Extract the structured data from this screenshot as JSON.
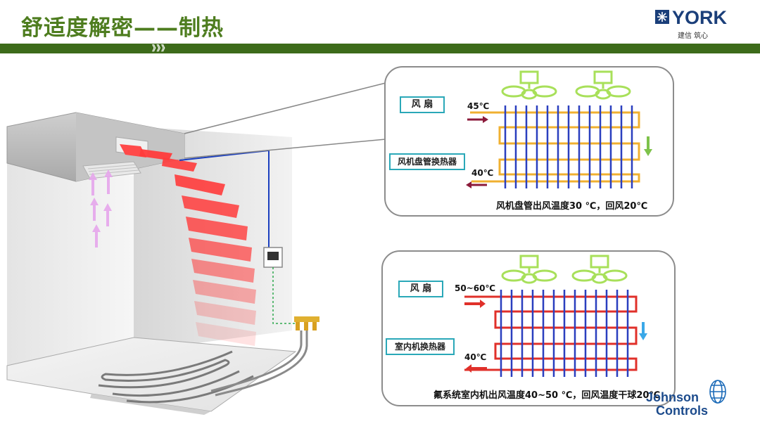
{
  "header": {
    "title": "舒适度解密——制热",
    "chevrons": "》》》",
    "logo_text": "YORK",
    "logo_tagline": "建信 筑心"
  },
  "panel_top": {
    "fan_label": "风 扇",
    "coil_label": "风机盘管换热器",
    "temp_in": "45℃",
    "temp_out": "40℃",
    "caption": "风机盘管出风温度30 ℃，回风20℃"
  },
  "panel_bottom": {
    "fan_label": "风 扇",
    "coil_label": "室内机换热器",
    "temp_in": "50~60℃",
    "temp_out": "40℃",
    "caption": "氟系统室内机出风温度40~50 ℃，回风温度干球20℃"
  },
  "footer": {
    "brand_line1": "Johnson",
    "brand_line2": "Controls"
  },
  "colors": {
    "title_green": "#4e7d1f",
    "band_green": "#3d6b1a",
    "york_blue": "#1b3f7a",
    "coil_orange": "#f0b030",
    "pipe_blue": "#2a3fbf",
    "pipe_red": "#e0302a",
    "label_teal": "#2aa8b8",
    "fan_green": "#a8e05a"
  }
}
